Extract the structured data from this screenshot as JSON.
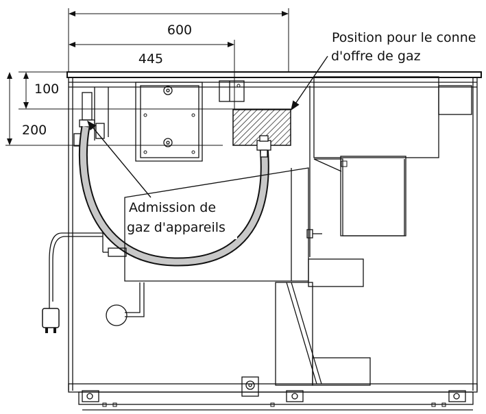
{
  "dimensions": {
    "top_width": "600",
    "inner_width": "445",
    "height_small": "100",
    "height_large": "200"
  },
  "labels": {
    "gas_supply_position_line1": "Position pour le conne",
    "gas_supply_position_line2": "d'offre de gaz",
    "appliance_gas_inlet_line1": "Admission de",
    "appliance_gas_inlet_line2": "gaz d'appareils"
  }
}
